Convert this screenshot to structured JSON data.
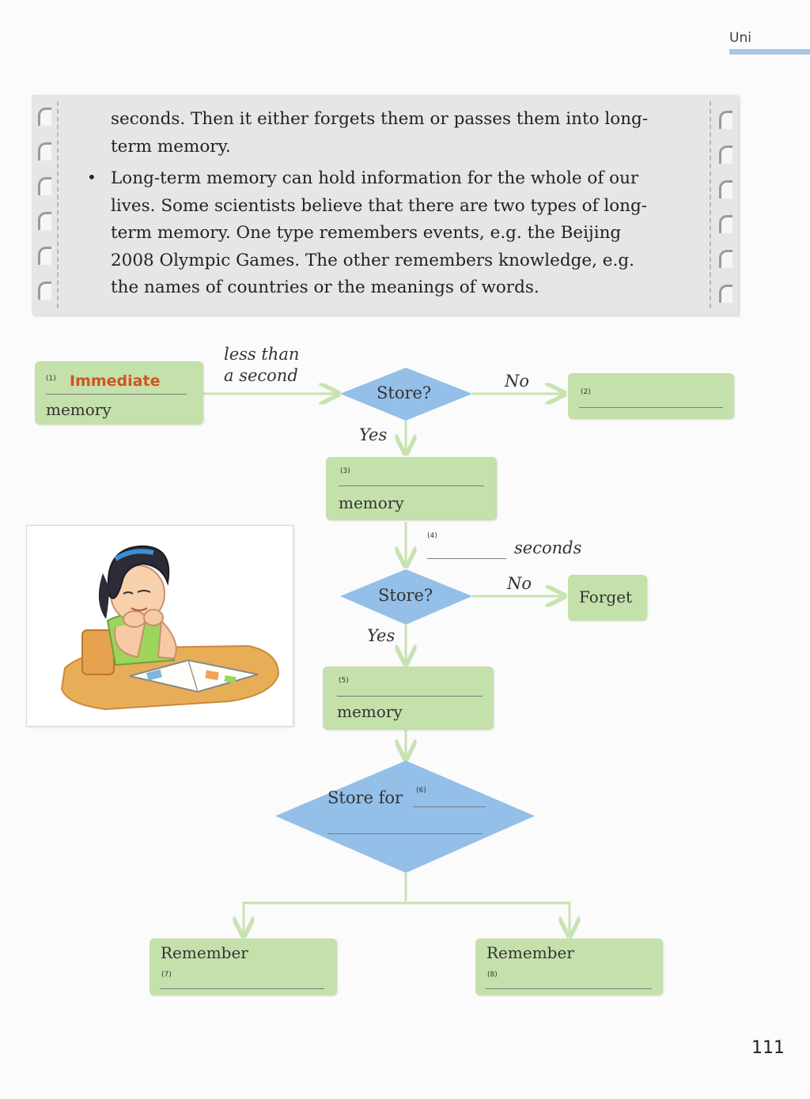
{
  "header": {
    "unit_tab": "Uni"
  },
  "note": {
    "lines": [
      "seconds. Then it either forgets them or passes them into long-",
      "term memory.",
      "Long-term memory can hold information for the whole of our",
      "lives. Some scientists believe that there are two types of long-",
      "term memory. One type remembers events, e.g. the Beijing",
      "2008 Olympic Games. The other remembers knowledge, e.g.",
      "the names of countries or the meanings of words."
    ]
  },
  "flowchart": {
    "box1": {
      "number": "(1)",
      "answer": "Immediate",
      "label": "memory"
    },
    "edge1": {
      "line1": "less than",
      "line2": "a second"
    },
    "decision1": {
      "label": "Store?",
      "no": "No",
      "yes": "Yes"
    },
    "box2": {
      "number": "(2)"
    },
    "box3": {
      "number": "(3)",
      "label": "memory"
    },
    "edge4": {
      "number": "(4)",
      "label": "seconds"
    },
    "decision2": {
      "label": "Store?",
      "no": "No",
      "yes": "Yes"
    },
    "forget": {
      "label": "Forget"
    },
    "box5": {
      "number": "(5)",
      "label": "memory"
    },
    "decision3": {
      "label": "Store for",
      "number": "(6)"
    },
    "box7": {
      "label": "Remember",
      "number": "(7)"
    },
    "box8": {
      "label": "Remember",
      "number": "(8)"
    }
  },
  "colors": {
    "box_green": "#c4e0ab",
    "diamond_blue": "#93bfe8",
    "arrow_green": "#c9e2b1",
    "answer_orange": "#d2541f",
    "tab_blue": "#a7c6e4"
  },
  "page_number": "111"
}
